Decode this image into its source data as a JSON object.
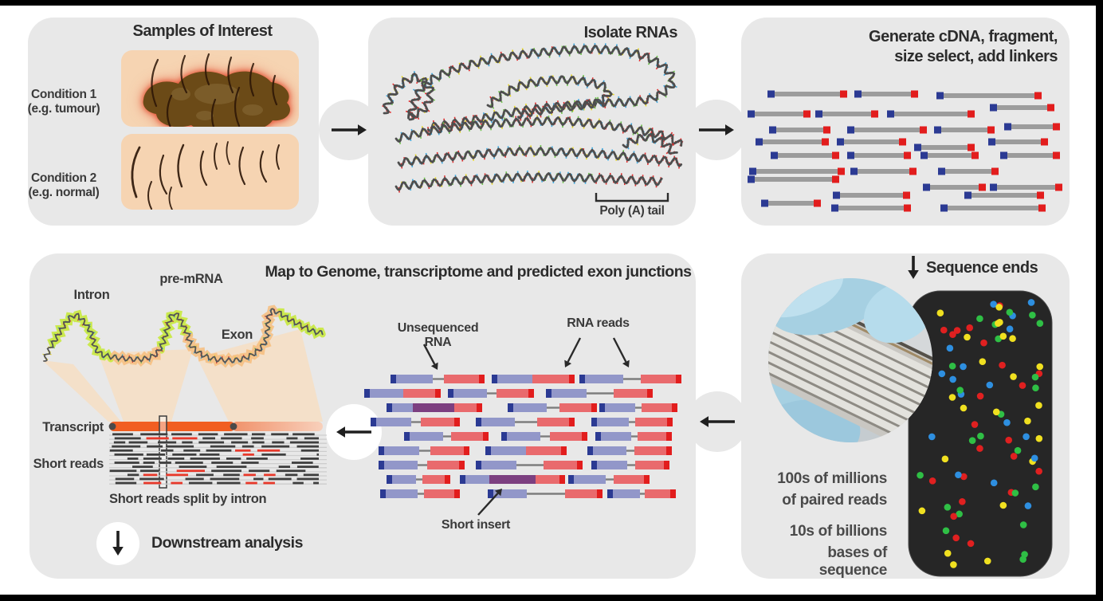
{
  "panels": {
    "samples": {
      "title": "Samples of Interest",
      "conditions": [
        {
          "label": "Condition 1",
          "sublabel": "(e.g. tumour)"
        },
        {
          "label": "Condition 2",
          "sublabel": "(e.g. normal)"
        }
      ]
    },
    "isolate": {
      "title": "Isolate RNAs",
      "polya_label": "Poly (A) tail"
    },
    "cdna": {
      "title_line1": "Generate cDNA, fragment,",
      "title_line2": "size select, add linkers"
    },
    "map": {
      "title": "Map to Genome, transcriptome and predicted exon junctions",
      "intron_label": "Intron",
      "pre_mrna_label": "pre-mRNA",
      "exon_label": "Exon",
      "transcript_label": "Transcript",
      "short_reads_label": "Short reads",
      "split_label": "Short reads split by intron",
      "downstream_label": "Downstream analysis",
      "unsequenced_label": "Unsequenced RNA",
      "rna_reads_label": "RNA reads",
      "short_insert_label": "Short insert"
    },
    "sequence": {
      "title": "Sequence ends",
      "stats": [
        "100s of millions",
        "of paired reads",
        "10s of billions",
        "bases of sequence"
      ]
    }
  },
  "icons": {
    "right_arrow": "→",
    "left_arrow": "←",
    "down_arrow": "↓"
  },
  "colors": {
    "panel_bg": "#e8e8e8",
    "frame": "#000000",
    "skin": "#f6d4b2",
    "tumor": "#6b4a17",
    "tumor_spot": "#7d5e2b",
    "tumor_glow": "#e03c20",
    "hair": "#2a1406",
    "rna_strand": "#4e4e4e",
    "base_ticks": [
      "#e03030",
      "#e8d829",
      "#3fa9e0",
      "#6cc24a"
    ],
    "fragment_gray": "#9c9c9c",
    "linker_blue": "#2b3a93",
    "linker_red": "#e21d1d",
    "read_blue": "#9297c9",
    "read_red": "#e96a6d",
    "read_purple": "#7c3f80",
    "connector": "#7d7d7d",
    "transcript_orange": "#f15e21",
    "transcript_faded": "#f5b393",
    "beam": "#f6ddc0",
    "intron_green": "#cbe94f",
    "exon_glow": "#f6bd7e",
    "short_read_dark": "#3f3f3f",
    "short_read_red": "#e8392b",
    "flowcell_panel": "#262626",
    "cluster_dots": [
      "#f0e020",
      "#e02020",
      "#2fbf45",
      "#2e8fe0"
    ],
    "glove_blue": "#a6d0e2",
    "arrow": "#1f1f1f"
  }
}
